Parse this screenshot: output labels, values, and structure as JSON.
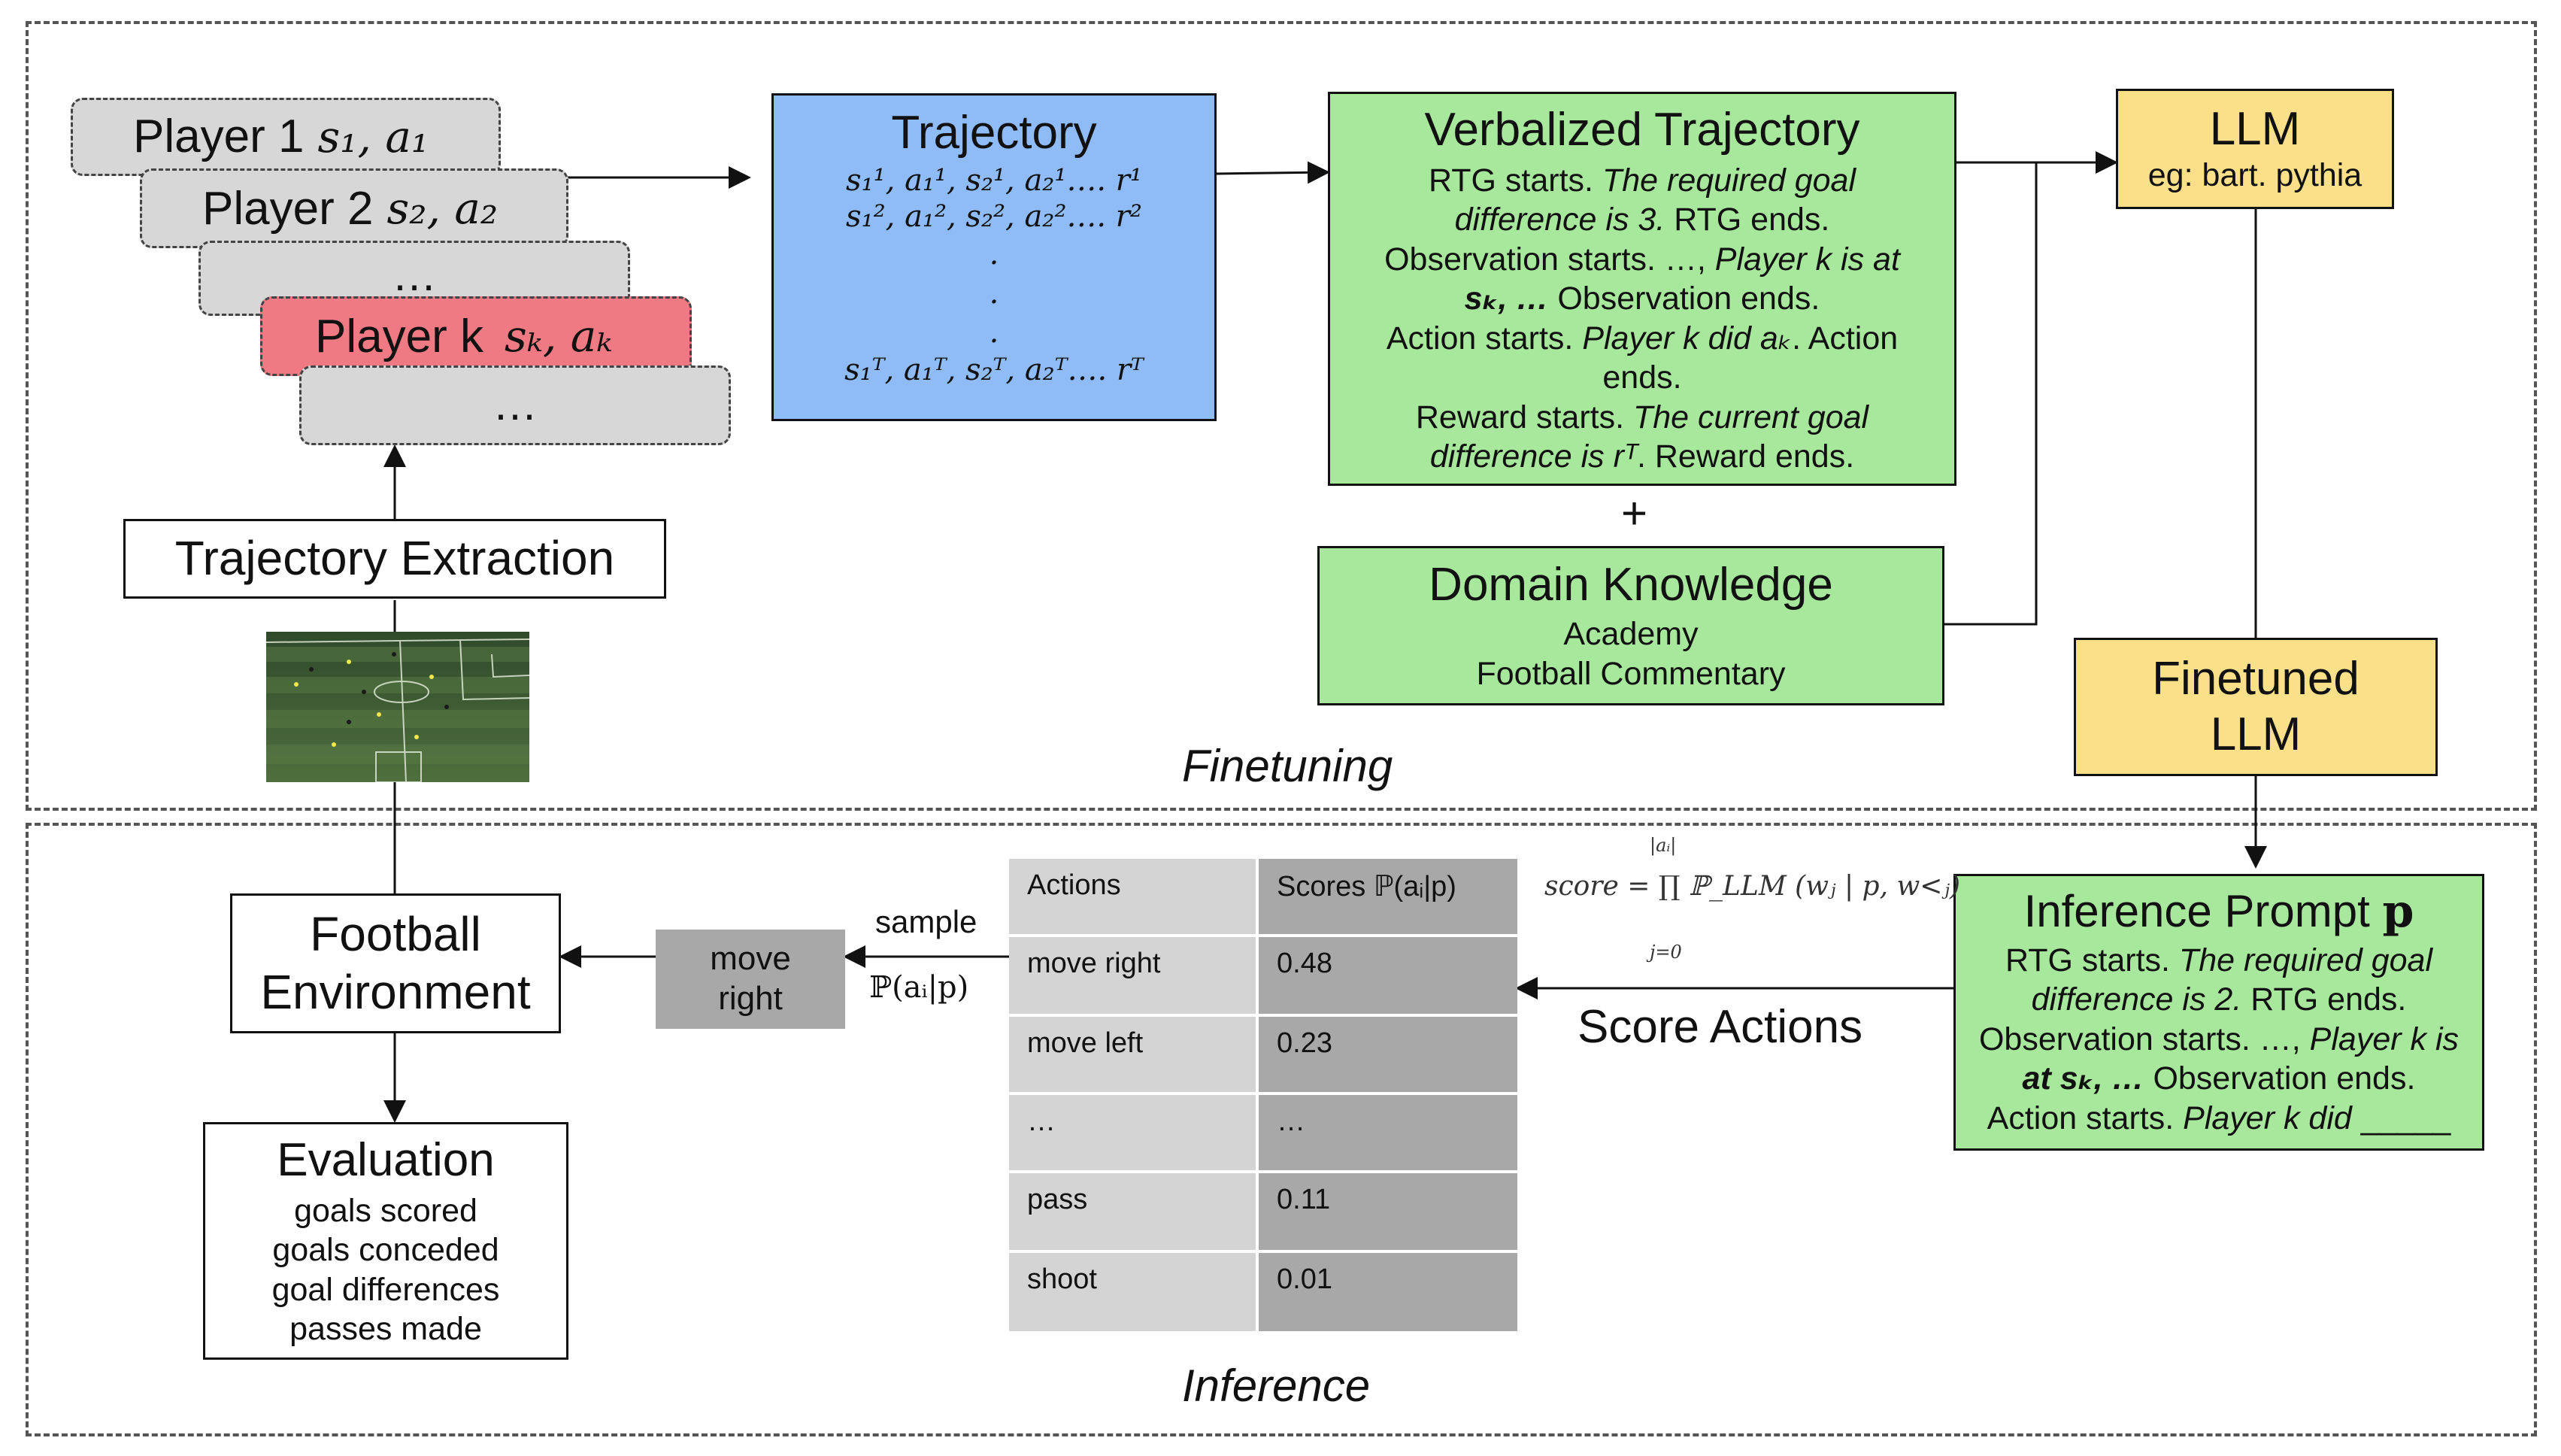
{
  "finetuning": {
    "section_label": "Finetuning",
    "players": [
      {
        "label": "Player 1",
        "math": "s₁, a₁"
      },
      {
        "label": "Player 2",
        "math": "s₂, a₂"
      },
      {
        "label": "…",
        "math": ""
      },
      {
        "label": "Player k",
        "math": "sₖ, aₖ"
      },
      {
        "label": "…",
        "math": ""
      }
    ],
    "trajectory_extraction": "Trajectory Extraction",
    "trajectory": {
      "title": "Trajectory",
      "lines": [
        "s₁¹, a₁¹, s₂¹, a₂¹…. r¹",
        "s₁², a₁², s₂², a₂²…. r²",
        ".",
        ".",
        ".",
        "s₁ᵀ, a₁ᵀ, s₂ᵀ, a₂ᵀ…. rᵀ"
      ]
    },
    "verbalized": {
      "title": "Verbalized Trajectory",
      "l1a": "RTG starts. ",
      "l1b": "The required goal",
      "l2a": "difference is 3.",
      "l2b": " RTG ends.",
      "l3a": "Observation starts. …, ",
      "l3b": "Player k is at",
      "l4a": "sₖ, …",
      "l4b": " Observation ends.",
      "l5a": "Action starts. ",
      "l5b": "Player k did aₖ",
      "l5c": ". Action",
      "l6": "ends.",
      "l7a": "Reward starts. ",
      "l7b": "The current goal",
      "l8a": "difference is rᵀ",
      "l8b": ". Reward ends."
    },
    "plus": "+",
    "domain": {
      "title": "Domain Knowledge",
      "line1": "Academy",
      "line2": "Football Commentary"
    },
    "llm": {
      "title": "LLM",
      "subtitle": "eg: bart. pythia"
    },
    "finetuned": {
      "line1": "Finetuned",
      "line2": "LLM"
    }
  },
  "inference": {
    "section_label": "Inference",
    "prompt": {
      "title": "Inference Prompt ",
      "title_bold": "p",
      "l1a": "RTG starts. ",
      "l1b": "The required goal",
      "l2a": "difference is 2.",
      "l2b": " RTG ends.",
      "l3a": "Observation starts. …, ",
      "l3b": "Player k is",
      "l4a": "at sₖ, …",
      "l4b": " Observation ends.",
      "l5a": "Action starts. ",
      "l5b": "Player k did ",
      "blank": "_____"
    },
    "score_formula": "score = ∏ ℙ_LLM (wⱼ | p, w<ⱼ)",
    "formula_upper": "|aᵢ|",
    "formula_lower": "j=0",
    "score_actions": "Score Actions",
    "table": {
      "headers": [
        "Actions",
        "Scores ℙ(aᵢ|p)"
      ],
      "rows": [
        [
          "move right",
          "0.48"
        ],
        [
          "move left",
          "0.23"
        ],
        [
          "…",
          "…"
        ],
        [
          "pass",
          "0.11"
        ],
        [
          "shoot",
          "0.01"
        ]
      ]
    },
    "sample_label": "sample",
    "sample_prob": "ℙ(aᵢ|p)",
    "chosen": {
      "line1": "move",
      "line2": "right"
    },
    "environment": {
      "line1": "Football",
      "line2": "Environment"
    },
    "evaluation": {
      "title": "Evaluation",
      "metrics": [
        "goals scored",
        "goals conceded",
        "goal differences",
        "passes made"
      ]
    }
  },
  "colors": {
    "blue": "#8fbbf6",
    "green": "#a8e89c",
    "yellow": "#fbe08a",
    "red": "#ef7a83",
    "gray": "#d7d7d7"
  }
}
